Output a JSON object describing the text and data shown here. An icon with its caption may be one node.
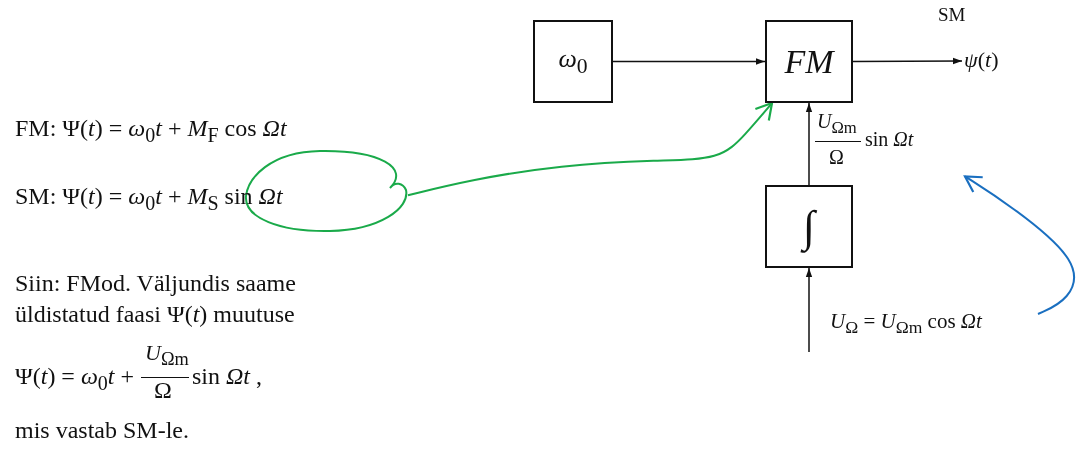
{
  "diagram": {
    "nodes": [
      {
        "text": [
          "*ω*$_{0}$"
        ]
      },
      {
        "text": [
          "FM"
        ]
      },
      {
        "text": [
          "∫"
        ]
      },
      {
        "text": [
          "*ψ*(*t*)"
        ]
      },
      {
        "text": [
          "*U*$_{Ωm}$",
          "Ω",
          "sin *Ωt*"
        ]
      },
      {
        "text": [
          "*U*$_{Ω}$ = *U*$_{Ωm}$ cos *Ωt*"
        ]
      },
      {
        "text": [],
        "shape": "circle"
      }
    ],
    "edges": [
      {
        "from": 0,
        "to": 1,
        "arrow": "to"
      },
      {
        "from": 1,
        "to": 3,
        "arrow": "to"
      },
      {
        "from": 2,
        "to": 1,
        "arrow": "to"
      },
      {
        "from": null,
        "to": 2,
        "arrow": "to"
      },
      {
        "from": 6,
        "to": 1,
        "arrow": "to",
        "color": "#1aaa4a"
      },
      {
        "from": 5,
        "to": 4,
        "arrow": "to",
        "color": "#1a6fc0"
      }
    ],
    "labels": [
      "SM",
      "FM:  Ψ(*t*) = *ω*$_{0}$*t* + *M*$_{F}$ cos *Ωt*",
      "SM:  Ψ(*t*) = *ω*$_{0}$*t* + *M*$_{S}$ sin *Ωt*",
      "Siin: FMod. Väljundis saame üldistatud faasi  Ψ(*t*)  muutuse",
      "Ψ(*t*) = *ω*$_{0}$*t* +",
      "*U*$_{Ωm}$",
      "Ω",
      "sin *Ωt* ,",
      "mis vastab SM-le."
    ]
  }
}
